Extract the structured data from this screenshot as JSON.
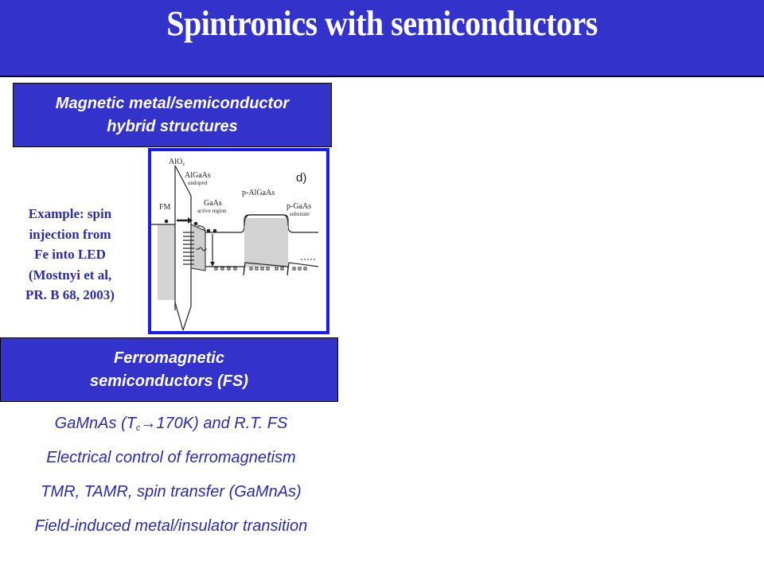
{
  "slide": {
    "title": "Spintronics with semiconductors",
    "colors": {
      "header_blue": "#3333cc",
      "text_blue": "#2c2ca8",
      "figure_border": "#1a1aee"
    }
  },
  "section1": {
    "line1": "Magnetic metal/semiconductor",
    "line2": "hybrid structures"
  },
  "example": {
    "lines": [
      "Example: spin",
      "injection from",
      "Fe into LED",
      "(Mostnyi et al,",
      "PR. B 68, 2003)"
    ]
  },
  "figure": {
    "panel_label": "d)",
    "labels": {
      "alox": "AlO",
      "alox_sub": "x",
      "algaas": "AlGaAs",
      "undoped": "undoped",
      "fm": "FM",
      "gaas": "GaAs",
      "active_region": "active region",
      "p_algaas": "p-AlGaAs",
      "p_gaas": "p-GaAs",
      "substrate": "substrate"
    }
  },
  "section2": {
    "line1": "Ferromagnetic",
    "line2": "semiconductors (FS)"
  },
  "bullets": {
    "b1_pre": "GaMnAs (T",
    "b1_sub": "c",
    "b1_post": "→170K) and R.T. FS",
    "b2": "Electrical control of ferromagnetism",
    "b3": "TMR, TAMR, spin transfer (GaMnAs)",
    "b4": "Field-induced metal/insulator transition"
  }
}
